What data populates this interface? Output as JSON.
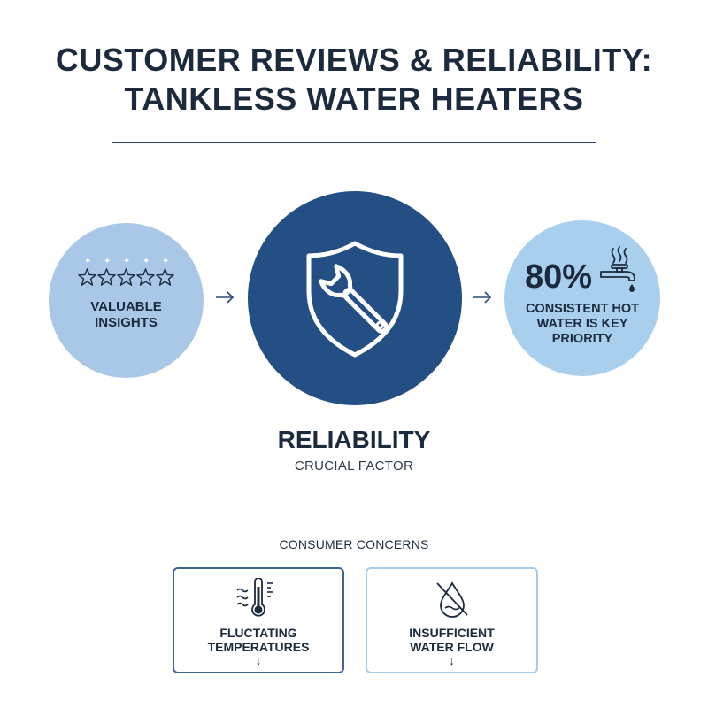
{
  "header": {
    "title_line1": "CUSTOMER REVIEWS & RELIABILITY:",
    "title_line2": "TANKLESS WATER HEATERS"
  },
  "left_circle": {
    "label_line1": "VALUABLE",
    "label_line2": "INSIGHTS",
    "star_count": 5,
    "icon": "stars-icon"
  },
  "center_circle": {
    "icon": "shield-wrench-icon",
    "title": "RELIABILITY",
    "subtitle": "CRUCIAL FACTOR"
  },
  "right_circle": {
    "percent": "80%",
    "label_line1": "CONSISTENT HOT",
    "label_line2": "WATER IS KEY",
    "label_line3": "PRIORITY",
    "icon": "hot-water-faucet-icon"
  },
  "concerns": {
    "heading": "CONSUMER CONCERNS",
    "items": [
      {
        "line1": "FLUCTATING",
        "line2": "TEMPERATURES",
        "arrow": "↓",
        "icon": "thermometer-icon"
      },
      {
        "line1": "INSUFFICIENT",
        "line2": "WATER FLOW",
        "arrow": "↓",
        "icon": "no-water-drop-icon"
      }
    ]
  },
  "colors": {
    "navy": "#1b2a3c",
    "primary_blue": "#244f84",
    "light_blue": "#a9c7e6",
    "pale_blue": "#a9cfee"
  }
}
